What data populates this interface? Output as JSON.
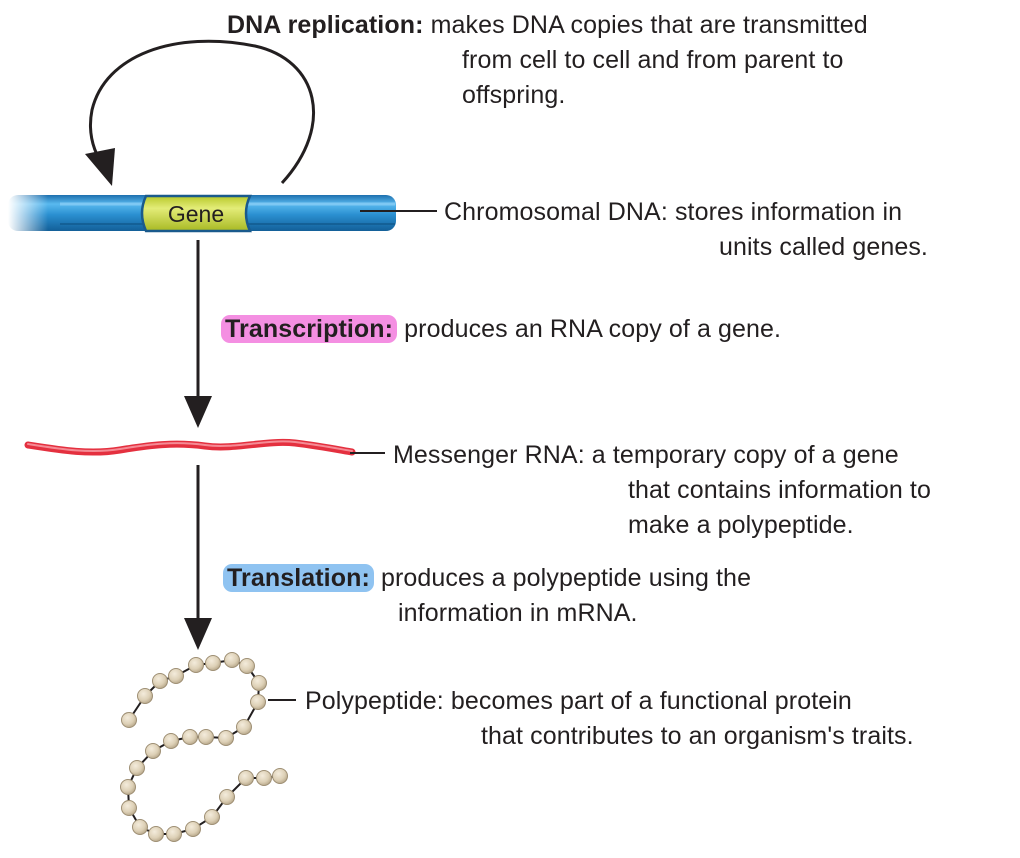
{
  "replication": {
    "term": "DNA replication:",
    "line1": "makes DNA copies that are transmitted",
    "line2": "from cell to cell and from parent to",
    "line3": "offspring."
  },
  "gene": {
    "label": "Gene"
  },
  "chromosomal_dna": {
    "term": "Chromosomal DNA:",
    "line1": "stores information in",
    "line2": "units called genes."
  },
  "transcription": {
    "term": "Transcription:",
    "desc": "produces an RNA copy of a gene."
  },
  "mrna": {
    "term": "Messenger RNA:",
    "line1": "a temporary copy of a gene",
    "line2": "that contains information to",
    "line3": "make a polypeptide."
  },
  "translation": {
    "term": "Translation:",
    "line1": "produces a polypeptide using the",
    "line2": "information in mRNA."
  },
  "polypeptide": {
    "term": "Polypeptide:",
    "line1": "becomes part of a functional protein",
    "line2": "that contributes to an organism's traits."
  },
  "colors": {
    "dna_blue": "#2a8fd0",
    "gene_green": "#cfdd3c",
    "mrna_red": "#e4303f",
    "transcription_highlight": "#f48fe2",
    "translation_highlight": "#8fc3f1",
    "amino_acid_bead": "#ddd0b6"
  }
}
